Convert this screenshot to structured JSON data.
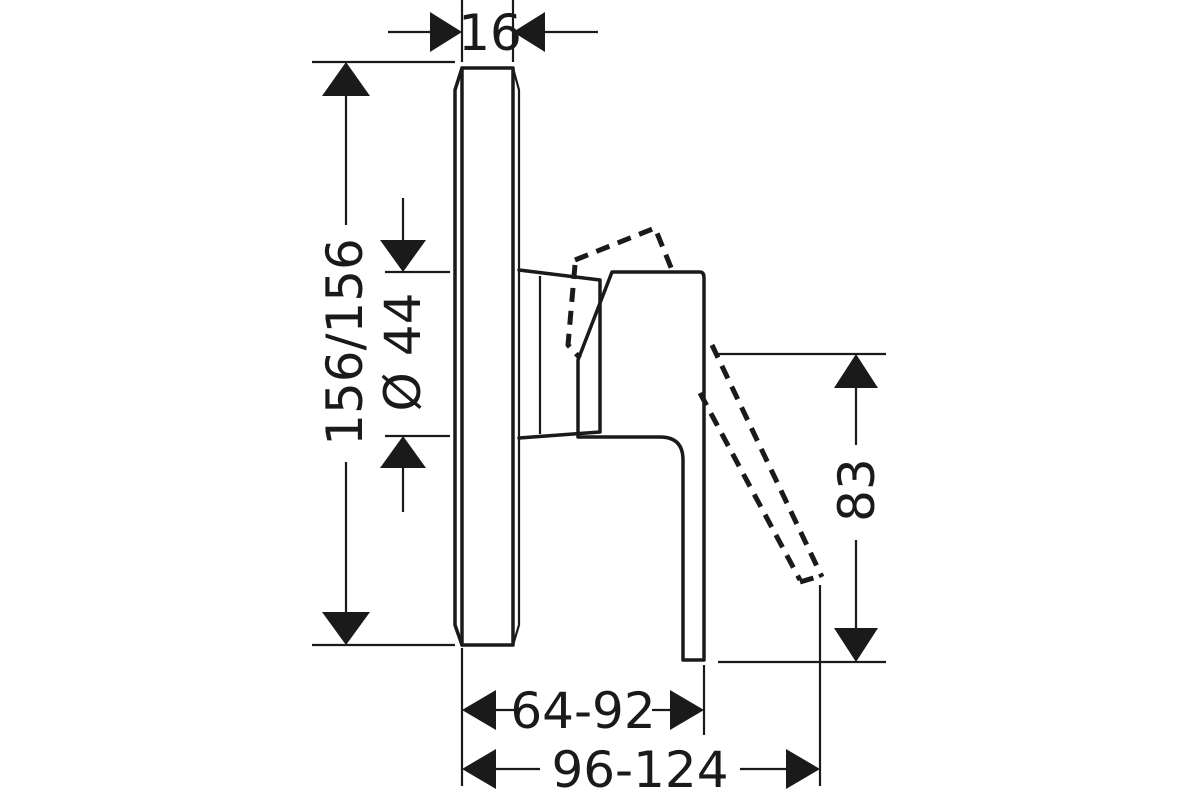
{
  "drawing": {
    "dimensions": {
      "plate_depth": "16",
      "plate_height": "156/156",
      "knob_diameter": "Ø 44",
      "lever_drop": "83",
      "projection_closed": "64-92",
      "projection_open": "96-124"
    },
    "colors": {
      "line": "#1a1a1a",
      "background": "#ffffff"
    }
  }
}
